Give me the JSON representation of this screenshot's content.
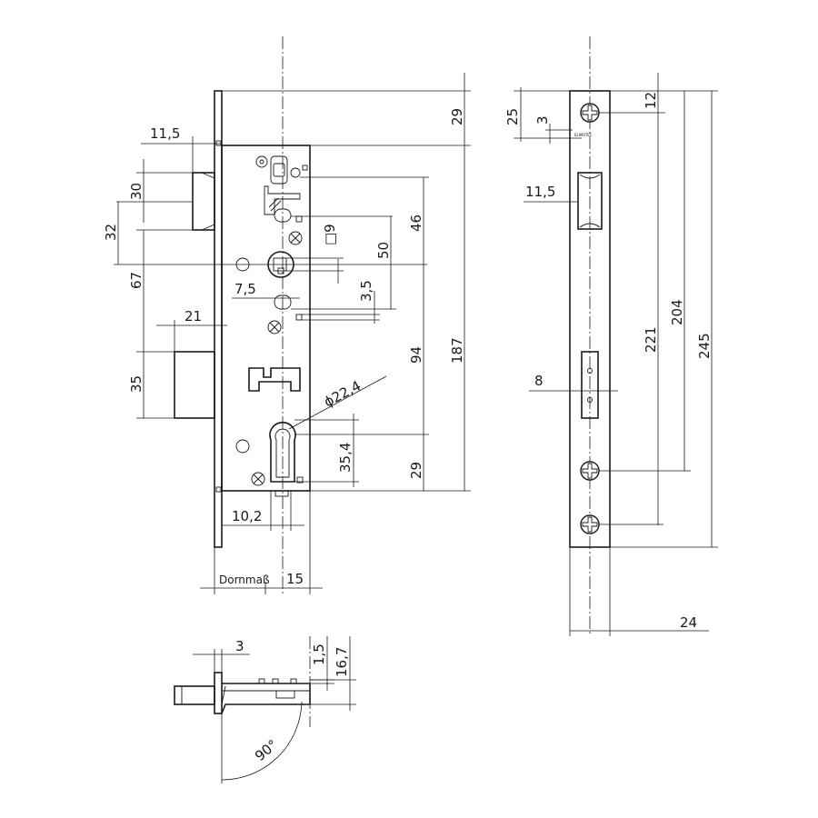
{
  "front_view": {
    "faceplate_offset": "11,5",
    "latch_height": "30",
    "latch_center": "32",
    "follower_offset": "67",
    "bolt_throw": "21",
    "bolt_height": "35",
    "top_to_top": "29",
    "latch_to_follower": "46",
    "square": "□9",
    "follower_to_slot": "50",
    "slot_width": "7,5",
    "slot_small": "3,5",
    "follower_to_cylinder": "94",
    "total_height": "187",
    "cylinder_diameter": "ϕ22,4",
    "cylinder_height": "35,4",
    "cylinder_to_bottom": "29",
    "cylinder_offset": "10,2",
    "backset_label": "Dornmaß",
    "backset_value": "15"
  },
  "side_view": {
    "top_hole": "25",
    "top_small": "3",
    "hole_offset": "12",
    "latch_width": "11,5",
    "bolt_width": "8",
    "dim_221": "221",
    "dim_204": "204",
    "dim_245": "245",
    "faceplate_width": "24"
  },
  "bottom_view": {
    "plate_thickness": "3",
    "dim_1_5": "1,5",
    "dim_16_7": "16,7",
    "angle": "90°"
  },
  "brand": "ELIMATEC"
}
